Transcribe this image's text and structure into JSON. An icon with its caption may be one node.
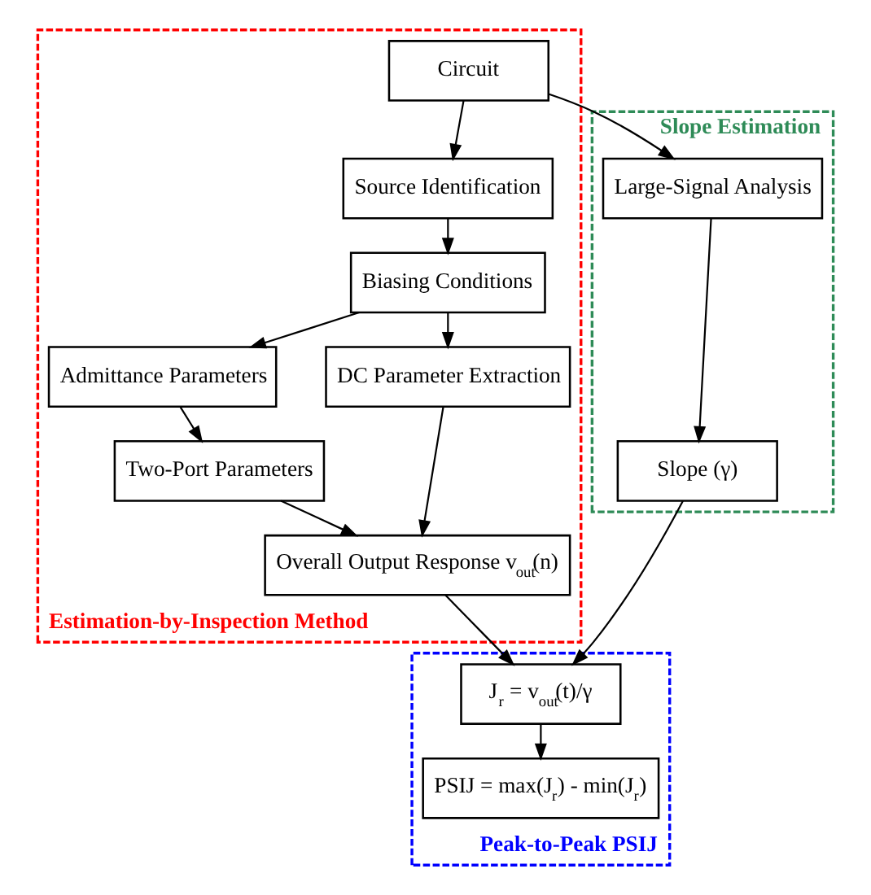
{
  "diagram": {
    "nodes": [
      {
        "text": [
          "Estimation-by-Inspection Method"
        ]
      },
      {
        "text": [
          "Circuit"
        ],
        "in": 0
      },
      {
        "text": [
          "Source Identification"
        ],
        "in": 0
      },
      {
        "text": [
          "Biasing Conditions"
        ],
        "in": 0
      },
      {
        "text": [
          "Admittance Parameters"
        ],
        "in": 0
      },
      {
        "text": [
          "DC Parameter Extraction"
        ],
        "in": 0
      },
      {
        "text": [
          "Two-Port Parameters"
        ],
        "in": 0
      },
      {
        "text": [
          "Overall Output Response v$_{out}$(n)"
        ],
        "in": 0
      },
      {
        "text": [
          "Slope Estimation"
        ]
      },
      {
        "text": [
          "Large-Signal Analysis"
        ],
        "in": 8
      },
      {
        "text": [
          "Slope (γ)"
        ],
        "in": 8
      },
      {
        "text": [
          "Peak-to-Peak PSIJ"
        ]
      },
      {
        "text": [
          "J$_{r}$ = v$_{out}$(t)/γ"
        ],
        "in": 11
      },
      {
        "text": [
          "PSIJ = max(J$_{r}$) - min(J$_{r}$)"
        ],
        "in": 11
      }
    ],
    "edges": [
      {
        "from": 1,
        "to": 9,
        "arrow": "to"
      },
      {
        "from": 1,
        "to": 2,
        "arrow": "to"
      },
      {
        "from": 2,
        "to": 3,
        "arrow": "to"
      },
      {
        "from": 3,
        "to": 4,
        "arrow": "to"
      },
      {
        "from": 3,
        "to": 5,
        "arrow": "to"
      },
      {
        "from": 4,
        "to": 6,
        "arrow": "to"
      },
      {
        "from": 6,
        "to": 7,
        "arrow": "to"
      },
      {
        "from": 5,
        "to": 7,
        "arrow": "to"
      },
      {
        "from": 9,
        "to": 10,
        "arrow": "to"
      },
      {
        "from": 10,
        "to": 12,
        "arrow": "to"
      },
      {
        "from": 7,
        "to": 12,
        "arrow": "to"
      },
      {
        "from": 12,
        "to": 13,
        "arrow": "to"
      }
    ]
  }
}
